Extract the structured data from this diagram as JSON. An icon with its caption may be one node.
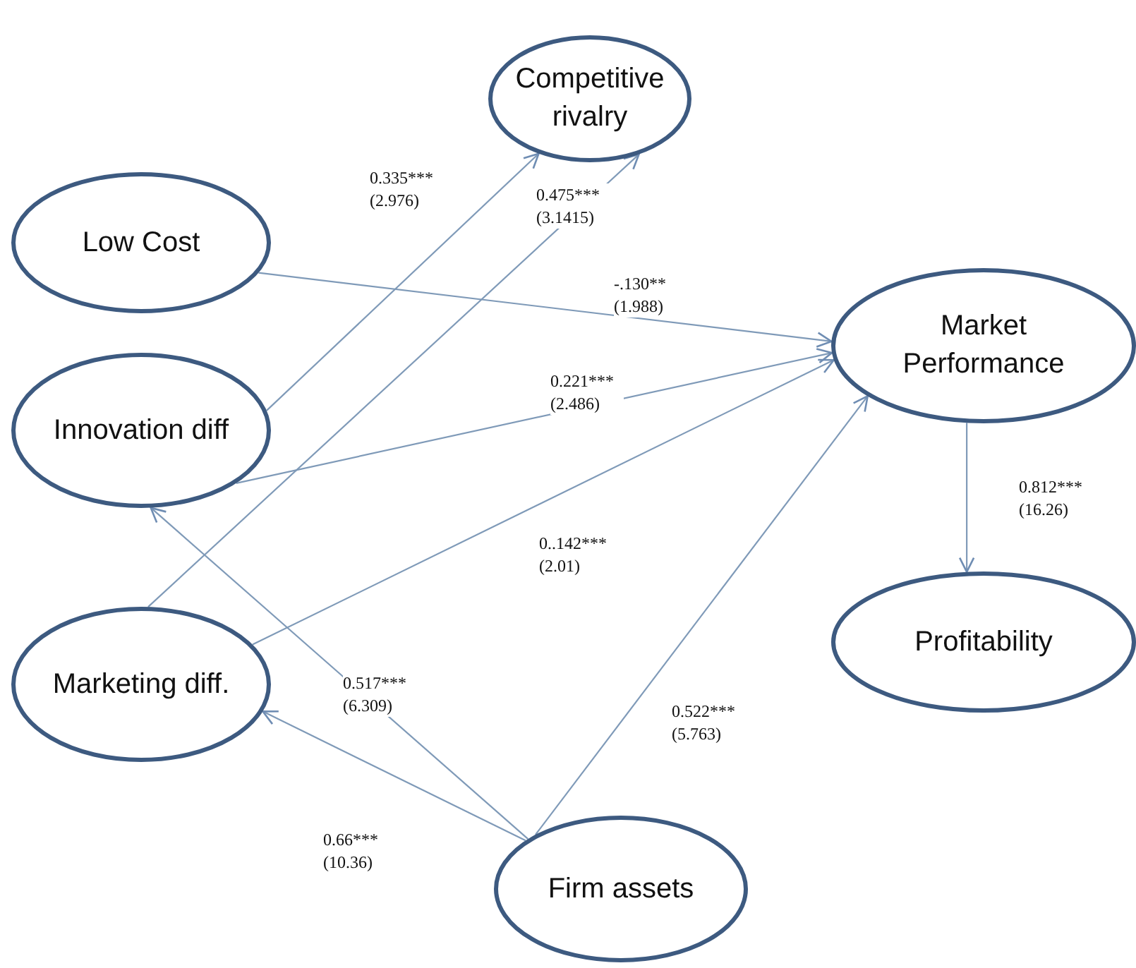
{
  "diagram": {
    "nodes": [
      {
        "text": [
          "Competitive rivalry"
        ]
      },
      {
        "text": [
          "Low Cost"
        ]
      },
      {
        "text": [
          "Market Performance"
        ]
      },
      {
        "text": [
          "Innovation diff"
        ]
      },
      {
        "text": [
          "Marketing diff."
        ]
      },
      {
        "text": [
          "Profitability"
        ]
      },
      {
        "text": [
          "Firm assets"
        ]
      }
    ],
    "edges": [
      {
        "from": 3,
        "to": 0,
        "arrow": "to",
        "label": "0.335*** (2.976)"
      },
      {
        "from": 4,
        "to": 0,
        "arrow": "to",
        "label": "0.475*** (3.1415)"
      },
      {
        "from": 1,
        "to": 2,
        "arrow": "to",
        "label": "-.130** (1.988)"
      },
      {
        "from": 3,
        "to": 2,
        "arrow": "to",
        "label": "0.221*** (2.486)"
      },
      {
        "from": 4,
        "to": 2,
        "arrow": "to",
        "label": "0..142*** (2.01)"
      },
      {
        "from": 2,
        "to": 5,
        "arrow": "to",
        "label": "0.812*** (16.26)"
      },
      {
        "from": 6,
        "to": 3,
        "arrow": "to",
        "label": "0.517*** (6.309)"
      },
      {
        "from": 6,
        "to": 2,
        "arrow": "to",
        "label": "0.522*** (5.763)"
      },
      {
        "from": 6,
        "to": 4,
        "arrow": "to",
        "label": "0.66*** (10.36)"
      }
    ]
  }
}
